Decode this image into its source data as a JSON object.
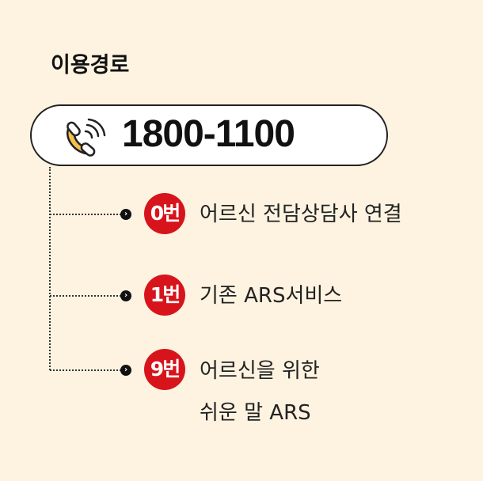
{
  "title": "이용경로",
  "phone_number": "1800-1100",
  "options": [
    {
      "key": "0번",
      "label": "어르신 전담상담사 연결"
    },
    {
      "key": "1번",
      "label": "기존 ARS서비스"
    },
    {
      "key": "9번",
      "label_line1": "어르신을 위한",
      "label_line2": "쉬운 말 ARS"
    }
  ],
  "colors": {
    "accent": "#d7141c",
    "background": "#fdf3e0",
    "phone_icon": "#f5c04f"
  }
}
